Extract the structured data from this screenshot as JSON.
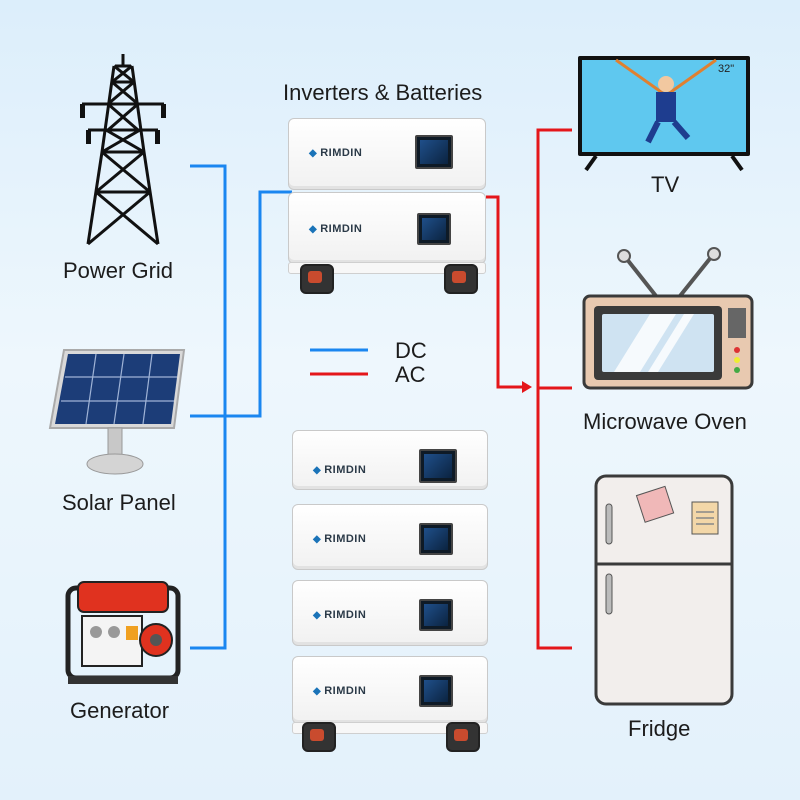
{
  "title": "Inverters & Batteries",
  "legend": [
    {
      "label": "DC",
      "color": "#1a86f0"
    },
    {
      "label": "AC",
      "color": "#e4161a"
    }
  ],
  "sources": [
    {
      "label": "Power Grid",
      "icon": "power-tower-icon"
    },
    {
      "label": "Solar Panel",
      "icon": "solar-panel-icon"
    },
    {
      "label": "Generator",
      "icon": "generator-icon"
    }
  ],
  "loads": [
    {
      "label": "TV",
      "icon": "tv-icon",
      "screen_size": "32\""
    },
    {
      "label": "Microwave Oven",
      "icon": "microwave-icon"
    },
    {
      "label": "Fridge",
      "icon": "fridge-icon"
    }
  ],
  "stacks": [
    {
      "name": "top-stack",
      "units": [
        "RIMDIN",
        "RIMDIN"
      ]
    },
    {
      "name": "bottom-stack",
      "units": [
        "RIMDIN",
        "RIMDIN",
        "RIMDIN",
        "RIMDIN"
      ]
    }
  ],
  "colors": {
    "dc": "#1a86f0",
    "ac": "#e4161a",
    "background": "#e3f1fb"
  }
}
